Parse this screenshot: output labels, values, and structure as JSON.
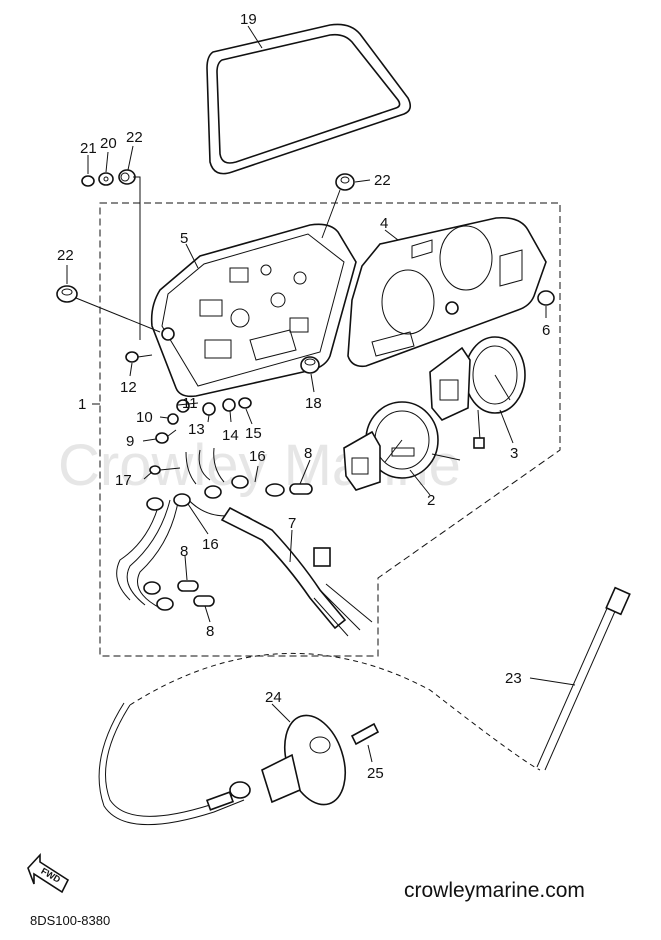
{
  "diagram": {
    "watermark": "Crowley Marine",
    "site": "crowleymarine.com",
    "code": "8DS100-8380",
    "fwd_label": "FWD",
    "callouts": [
      {
        "id": "c19",
        "label": "19"
      },
      {
        "id": "c21",
        "label": "21"
      },
      {
        "id": "c20",
        "label": "20"
      },
      {
        "id": "c22a",
        "label": "22"
      },
      {
        "id": "c22b",
        "label": "22"
      },
      {
        "id": "c22c",
        "label": "22"
      },
      {
        "id": "c4",
        "label": "4"
      },
      {
        "id": "c5",
        "label": "5"
      },
      {
        "id": "c6",
        "label": "6"
      },
      {
        "id": "c12",
        "label": "12"
      },
      {
        "id": "c11",
        "label": "11"
      },
      {
        "id": "c1",
        "label": "1"
      },
      {
        "id": "c10",
        "label": "10"
      },
      {
        "id": "c13",
        "label": "13"
      },
      {
        "id": "c14",
        "label": "14"
      },
      {
        "id": "c15",
        "label": "15"
      },
      {
        "id": "c18",
        "label": "18"
      },
      {
        "id": "c3",
        "label": "3"
      },
      {
        "id": "c9",
        "label": "9"
      },
      {
        "id": "c16a",
        "label": "16"
      },
      {
        "id": "c8a",
        "label": "8"
      },
      {
        "id": "c17",
        "label": "17"
      },
      {
        "id": "c2",
        "label": "2"
      },
      {
        "id": "c7",
        "label": "7"
      },
      {
        "id": "c16b",
        "label": "16"
      },
      {
        "id": "c8b",
        "label": "8"
      },
      {
        "id": "c8c",
        "label": "8"
      },
      {
        "id": "c23",
        "label": "23"
      },
      {
        "id": "c24",
        "label": "24"
      },
      {
        "id": "c25",
        "label": "25"
      }
    ]
  }
}
